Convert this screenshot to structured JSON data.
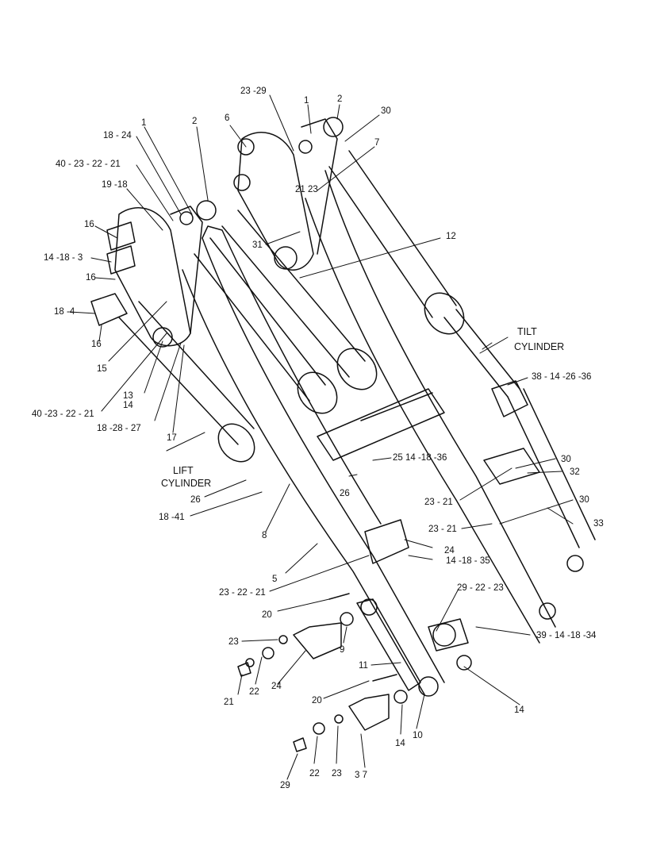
{
  "labels": {
    "l_23_29": "23  -29",
    "l_1a": "1",
    "l_2a": "2",
    "l_30a": "30",
    "l_6": "6",
    "l_7": "7",
    "l_21_23": "21 23",
    "l_31": "31",
    "l_12": "12",
    "l_18_24": "18 - 24",
    "l_1b": "1",
    "l_2b": "2",
    "l_40a": "40  - 23  - 22  - 21",
    "l_19_18": "19 -18",
    "l_16a": "16",
    "l_14_18_3": "14 -18 - 3",
    "l_16b": "16",
    "l_18_4": "18  -4",
    "l_16c": "16",
    "l_15": "15",
    "l_13": "13",
    "l_14a": "14",
    "l_40b": "40  -23  - 22  - 21",
    "l_18_28_27": "18 -28  - 27",
    "l_17": "17",
    "l_tilt1": "TILT",
    "l_tilt2": "CYLINDER",
    "l_38": "38  - 14 -26  -36",
    "l_25": "25   14 -18 -36",
    "l_30b": "30",
    "l_32": "32",
    "l_23_21a": "23  - 21",
    "l_30c": "30",
    "l_23_21b": "23  - 21",
    "l_33": "33",
    "l_lift1": "LIFT",
    "l_lift2": "CYLINDER",
    "l_26a": "26",
    "l_26b": "26",
    "l_18_41": "18 -41",
    "l_8": "8",
    "l_24a": "24",
    "l_14_18_35": "14 -18 - 35",
    "l_5": "5",
    "l_23_22_21": "23   - 22  - 21",
    "l_29_22_23": "29  - 22  - 23",
    "l_20a": "20",
    "l_39": "39   - 14 -18  -34",
    "l_23a": "23",
    "l_9": "9",
    "l_11": "11",
    "l_21": "21",
    "l_22a": "22",
    "l_24b": "24",
    "l_20b": "20",
    "l_14b": "14",
    "l_10": "10",
    "l_14c": "14",
    "l_29": "29",
    "l_22b": "22",
    "l_23b": "23",
    "l_37": "3 7"
  },
  "colors": {
    "ink": "#111111",
    "paper": "#ffffff"
  }
}
